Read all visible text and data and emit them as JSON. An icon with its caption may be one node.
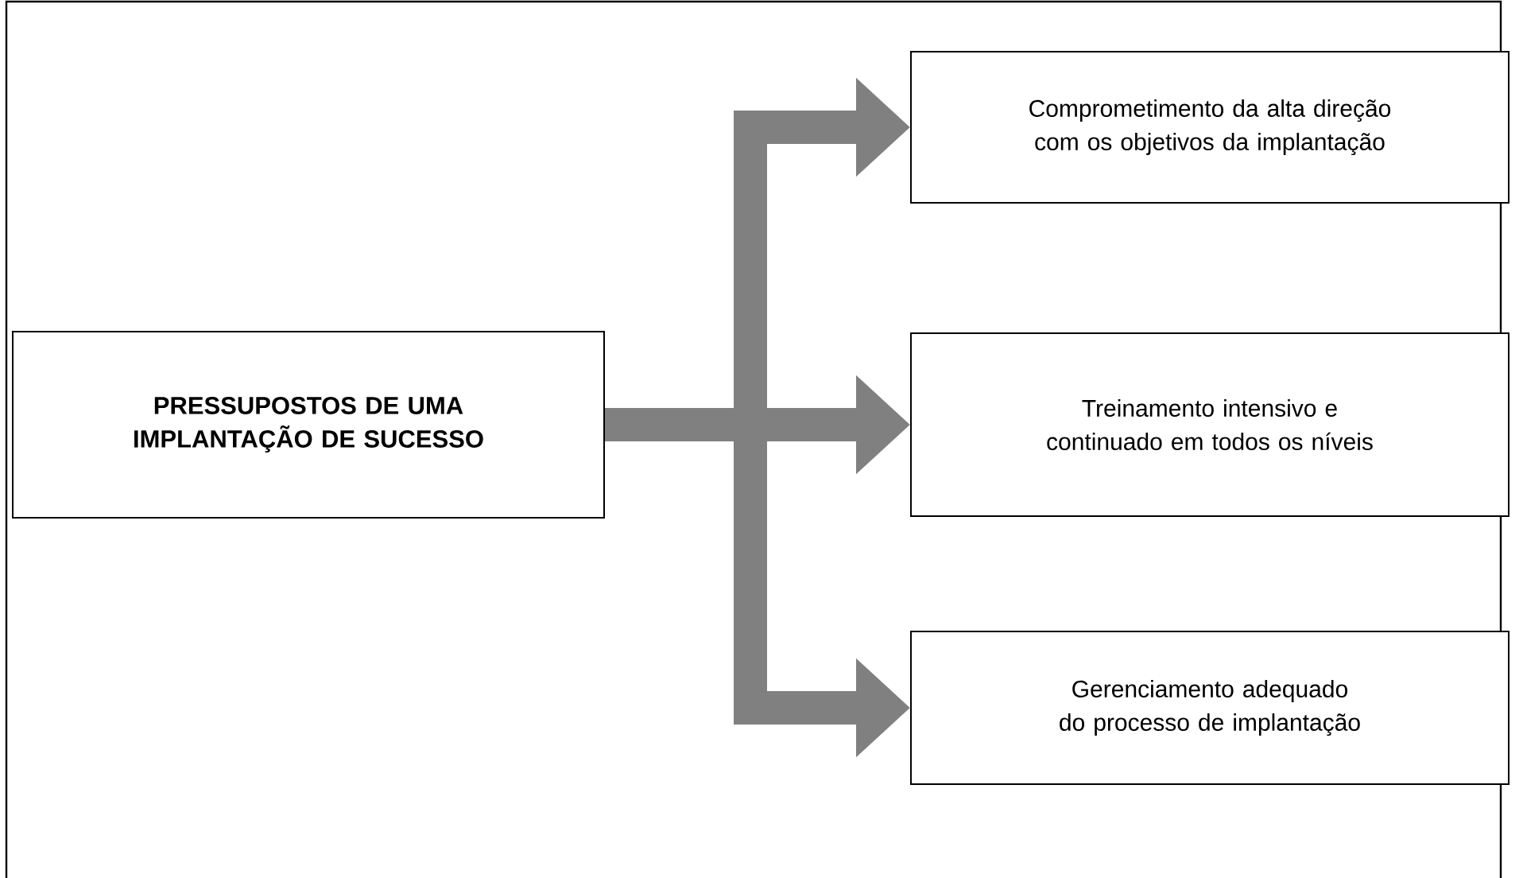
{
  "diagram": {
    "nodes": [
      {
        "text": [
          "PRESSUPOSTOS DE UMA IMPLANTAÇÃO DE SUCESSO"
        ]
      },
      {
        "text": [
          "Comprometimento da alta direção com os objetivos da implantação"
        ]
      },
      {
        "text": [
          "Treinamento intensivo e continuado em todos os níveis"
        ]
      },
      {
        "text": [
          "Gerenciamento adequado do processo de implantação"
        ]
      }
    ],
    "edges": [
      {
        "from": 0,
        "to": 1,
        "arrow": "to"
      },
      {
        "from": 0,
        "to": 2,
        "arrow": "to"
      },
      {
        "from": 0,
        "to": 3,
        "arrow": "to"
      }
    ]
  }
}
